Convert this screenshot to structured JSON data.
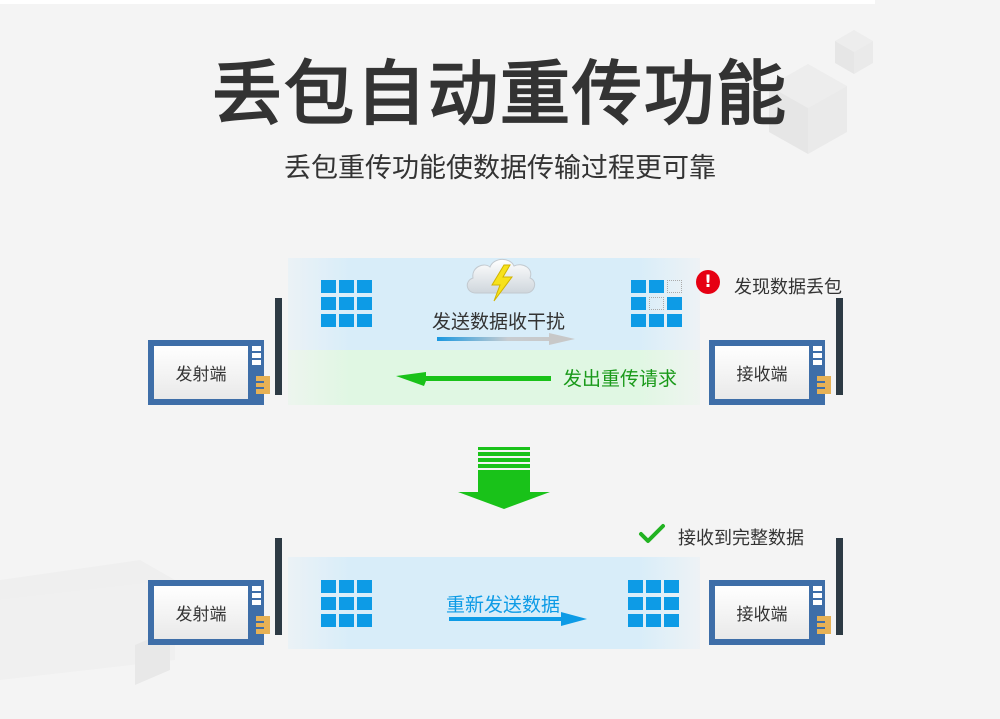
{
  "header": {
    "title": "丢包自动重传功能",
    "subtitle": "丢包重传功能使数据传输过程更可靠"
  },
  "step1": {
    "sender_label": "发射端",
    "receiver_label": "接收端",
    "interference_label": "发送数据收干扰",
    "retransmit_request_label": "发出重传请求",
    "status_text": "发现数据丢包",
    "status_icon": "alert-icon",
    "sender_packets": [
      1,
      1,
      1,
      1,
      1,
      1,
      1,
      1,
      1
    ],
    "receiver_packets": [
      1,
      1,
      0,
      1,
      0,
      1,
      1,
      1,
      1
    ]
  },
  "transition": {
    "icon": "down-arrow-icon"
  },
  "step2": {
    "sender_label": "发射端",
    "receiver_label": "接收端",
    "resend_label": "重新发送数据",
    "status_text": "接收到完整数据",
    "status_icon": "check-icon",
    "sender_packets": [
      1,
      1,
      1,
      1,
      1,
      1,
      1,
      1,
      1
    ],
    "receiver_packets": [
      1,
      1,
      1,
      1,
      1,
      1,
      1,
      1,
      1
    ]
  },
  "colors": {
    "background": "#f4f4f4",
    "title": "#333333",
    "packet_blue": "#0d9be6",
    "device_blue": "#3e6ea8",
    "antenna": "#2d3a44",
    "connector": "#e6b155",
    "green_text": "#1a9a1a",
    "green_arrow": "#19c219",
    "resend_blue": "#0d9be6",
    "alert_red": "#e60012",
    "check_green": "#22b322"
  }
}
